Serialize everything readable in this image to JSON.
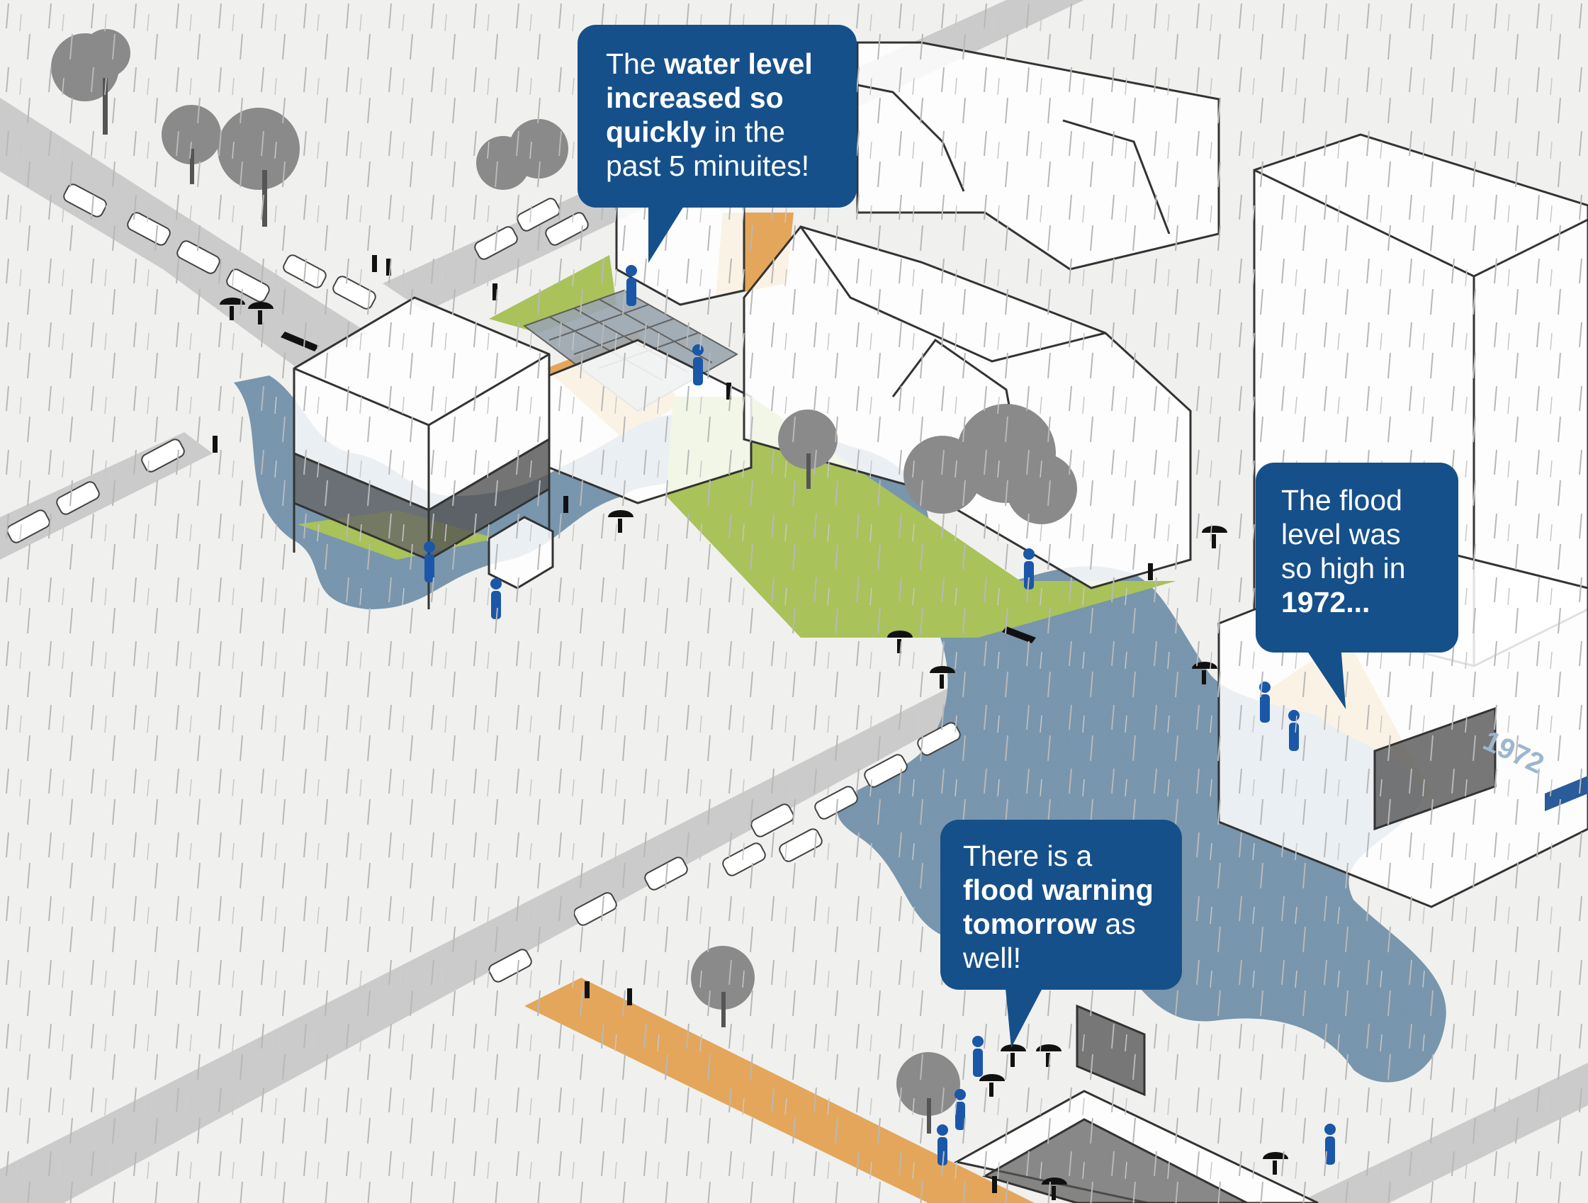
{
  "bubbles": {
    "b1": {
      "pre": "The ",
      "bold1": "water level increased so quickly",
      "post": " in the past 5 minuites!"
    },
    "b2": {
      "pre": "The flood level was so high in ",
      "bold1": "1972..."
    },
    "b3": {
      "pre": "There is a ",
      "bold1": "flood warning tomorrow",
      "post": " as well!"
    }
  },
  "wall_sign": "1972",
  "colors": {
    "background": "#f1f1ef",
    "bubble": "#16508a",
    "water": "#6e8ea8",
    "grass": "#a9c25a",
    "path": "#e4a65a",
    "road": "#c8c8c8",
    "person": "#1a57a8"
  }
}
